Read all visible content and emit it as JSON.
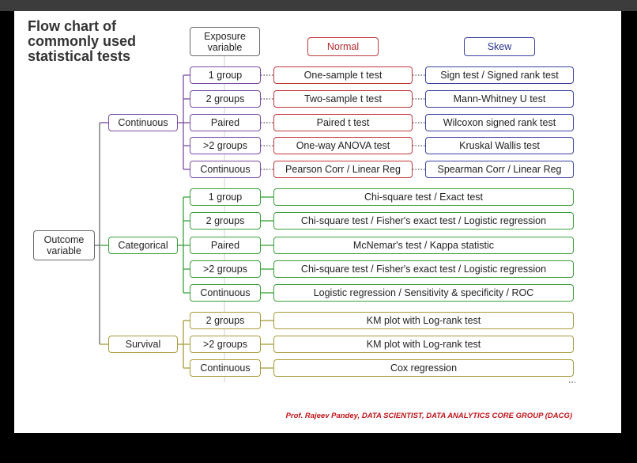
{
  "title": "Flow chart of\ncommonly used\nstatistical tests",
  "headers": {
    "exposure": "Exposure\nvariable",
    "normal": "Normal",
    "skew": "Skew"
  },
  "outcome": "Outcome\nvariable",
  "categories": {
    "continuous": "Continuous",
    "categorical": "Categorical",
    "survival": "Survival"
  },
  "continuous_rows": [
    {
      "exposure": "1 group",
      "normal": "One-sample t test",
      "skew": "Sign test / Signed rank test"
    },
    {
      "exposure": "2 groups",
      "normal": "Two-sample t test",
      "skew": "Mann-Whitney U test"
    },
    {
      "exposure": "Paired",
      "normal": "Paired t test",
      "skew": "Wilcoxon signed rank test"
    },
    {
      "exposure": ">2 groups",
      "normal": "One-way ANOVA test",
      "skew": "Kruskal Wallis test"
    },
    {
      "exposure": "Continuous",
      "normal": "Pearson Corr / Linear Reg",
      "skew": "Spearman Corr / Linear Reg"
    }
  ],
  "categorical_rows": [
    {
      "exposure": "1 group",
      "test": "Chi-square test / Exact test"
    },
    {
      "exposure": "2 groups",
      "test": "Chi-square test / Fisher's exact test / Logistic regression"
    },
    {
      "exposure": "Paired",
      "test": "McNemar's test / Kappa statistic"
    },
    {
      "exposure": ">2 groups",
      "test": "Chi-square test / Fisher's exact test / Logistic regression"
    },
    {
      "exposure": "Continuous",
      "test": "Logistic regression / Sensitivity & specificity / ROC"
    }
  ],
  "survival_rows": [
    {
      "exposure": "2 groups",
      "test": "KM plot with Log-rank test"
    },
    {
      "exposure": ">2 groups",
      "test": "KM plot with Log-rank test"
    },
    {
      "exposure": "Continuous",
      "test": "Cox regression"
    }
  ],
  "credit": "Prof. Rajeev Pandey, DATA SCIENTIST, DATA ANALYTICS CORE GROUP (DACG)",
  "colors": {
    "continuous": "#7a4aa6",
    "normal": "#c0393b",
    "skew": "#3a43a0",
    "categorical": "#3aa03a",
    "survival": "#a89a3c",
    "outcome": "#6a6a6a"
  }
}
